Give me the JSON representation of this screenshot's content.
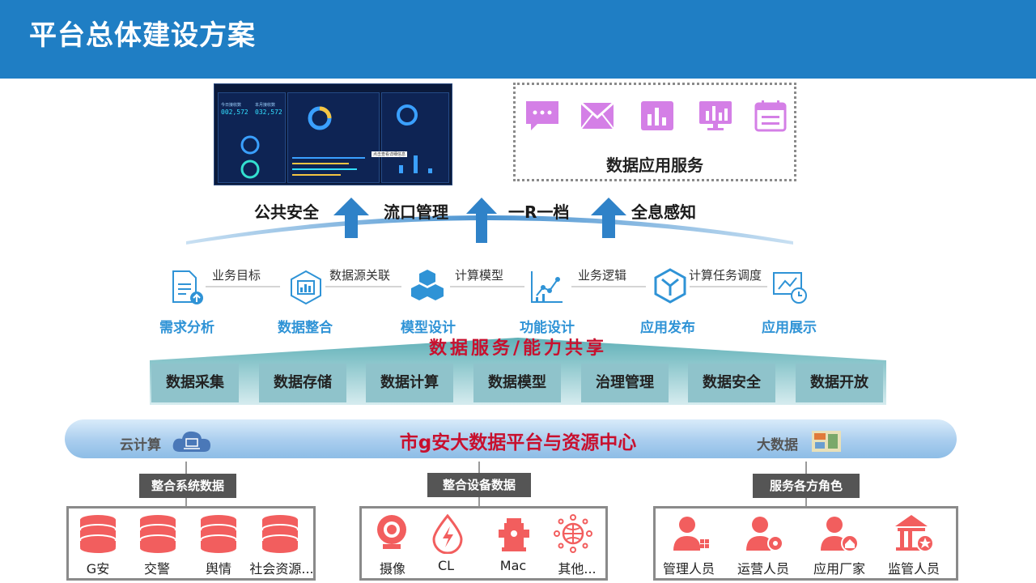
{
  "header": {
    "title": "平台总体建设方案"
  },
  "dashboard": {
    "today_label": "今日接收数",
    "today_value": "002,572",
    "month_label": "本月接收数",
    "month_value": "032,572",
    "tooltip": "点击查看详细信息"
  },
  "services": {
    "title": "数据应用服务",
    "icons": [
      "chat-icon",
      "mail-icon",
      "bar-chart-icon",
      "monitor-chart-icon",
      "calendar-icon"
    ]
  },
  "flows": [
    "公共安全",
    "流口管理",
    "一R一档",
    "全息感知"
  ],
  "process": {
    "steps": [
      "需求分析",
      "数据整合",
      "模型设计",
      "功能设计",
      "应用发布",
      "应用展示"
    ],
    "links": [
      "业务目标",
      "数据源关联",
      "计算模型",
      "业务逻辑",
      "计算任务调度"
    ]
  },
  "share": {
    "title": "数据服务/能力共享"
  },
  "modules": [
    "数据采集",
    "数据存储",
    "数据计算",
    "数据模型",
    "治理管理",
    "数据安全",
    "数据开放"
  ],
  "platform": {
    "title": "市g安大数据平台与资源中心",
    "left": "云计算",
    "right": "大数据"
  },
  "groups": [
    {
      "tag": "整合系统数据",
      "items": [
        "G安",
        "交警",
        "舆情",
        "社会资源..."
      ]
    },
    {
      "tag": "整合设备数据",
      "items": [
        "摄像",
        "CL",
        "Mac",
        "其他..."
      ]
    },
    {
      "tag": "服务各方角色",
      "items": [
        "管理人员",
        "运营人员",
        "应用厂家",
        "监管人员"
      ]
    }
  ],
  "colors": {
    "header": "#1f7ec4",
    "accent_red": "#c8102e",
    "process_blue": "#2f93d6",
    "module_teal": "#8fc3cb",
    "icon_red": "#f25e5e",
    "service_purple": "#d47fe6"
  }
}
